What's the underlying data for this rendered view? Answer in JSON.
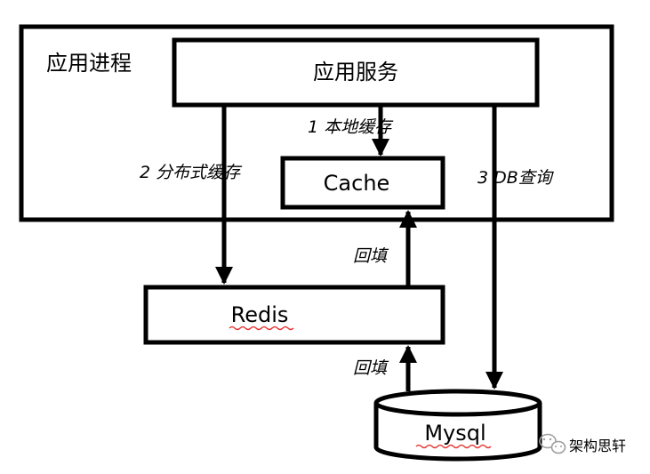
{
  "process": {
    "label": "应用进程"
  },
  "service": {
    "label": "应用服务"
  },
  "cache": {
    "label": "Cache"
  },
  "redis": {
    "label": "Redis"
  },
  "mysql": {
    "label": "Mysql"
  },
  "steps": {
    "local_cache": "1 本地缓存",
    "distributed_cache": "2 分布式缓存",
    "db_query": "3 DB查询"
  },
  "backfill": {
    "upper": "回填",
    "lower": "回填"
  },
  "watermark": {
    "text": "架构思轩"
  },
  "colors": {
    "stroke": "#000000",
    "spellcheck": "#e53935",
    "icon": "#9e9e9e"
  }
}
